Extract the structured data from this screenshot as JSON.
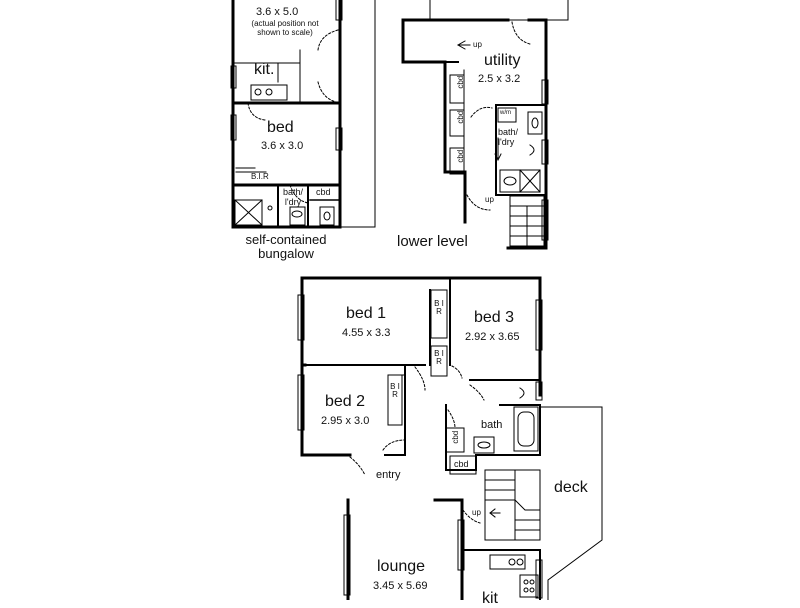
{
  "bungalow": {
    "room1": {
      "dims": "3.6 x 5.0",
      "note": "(actual position not shown to scale)"
    },
    "kit": {
      "label": "kit."
    },
    "bed": {
      "label": "bed",
      "dims": "3.6 x 3.0"
    },
    "bir": "B.I.R",
    "bath": "bath/ l'dry",
    "cbd": "cbd",
    "caption": "self-contained bungalow"
  },
  "lower_level": {
    "title": "lower level",
    "utility": {
      "label": "utility",
      "dims": "2.5 x 3.2"
    },
    "up_top": "up",
    "up_bottom": "up",
    "cbd_labels": [
      "cbd",
      "cbd",
      "cbd"
    ],
    "wm": "w/m",
    "bath": "bath/ l'dry"
  },
  "main_level": {
    "bed1": {
      "label": "bed 1",
      "dims": "4.55 x 3.3"
    },
    "bed2": {
      "label": "bed 2",
      "dims": "2.95 x 3.0"
    },
    "bed3": {
      "label": "bed 3",
      "dims": "2.92 x 3.65"
    },
    "bir_labels": [
      "B I R",
      "B I R",
      "B I R"
    ],
    "bath": "bath",
    "cbd1": "cbd",
    "cbd2": "cbd",
    "entry": "entry",
    "deck": "deck",
    "up": "up",
    "lounge": {
      "label": "lounge",
      "dims": "3.45 x 5.69"
    },
    "kit": "kit"
  }
}
